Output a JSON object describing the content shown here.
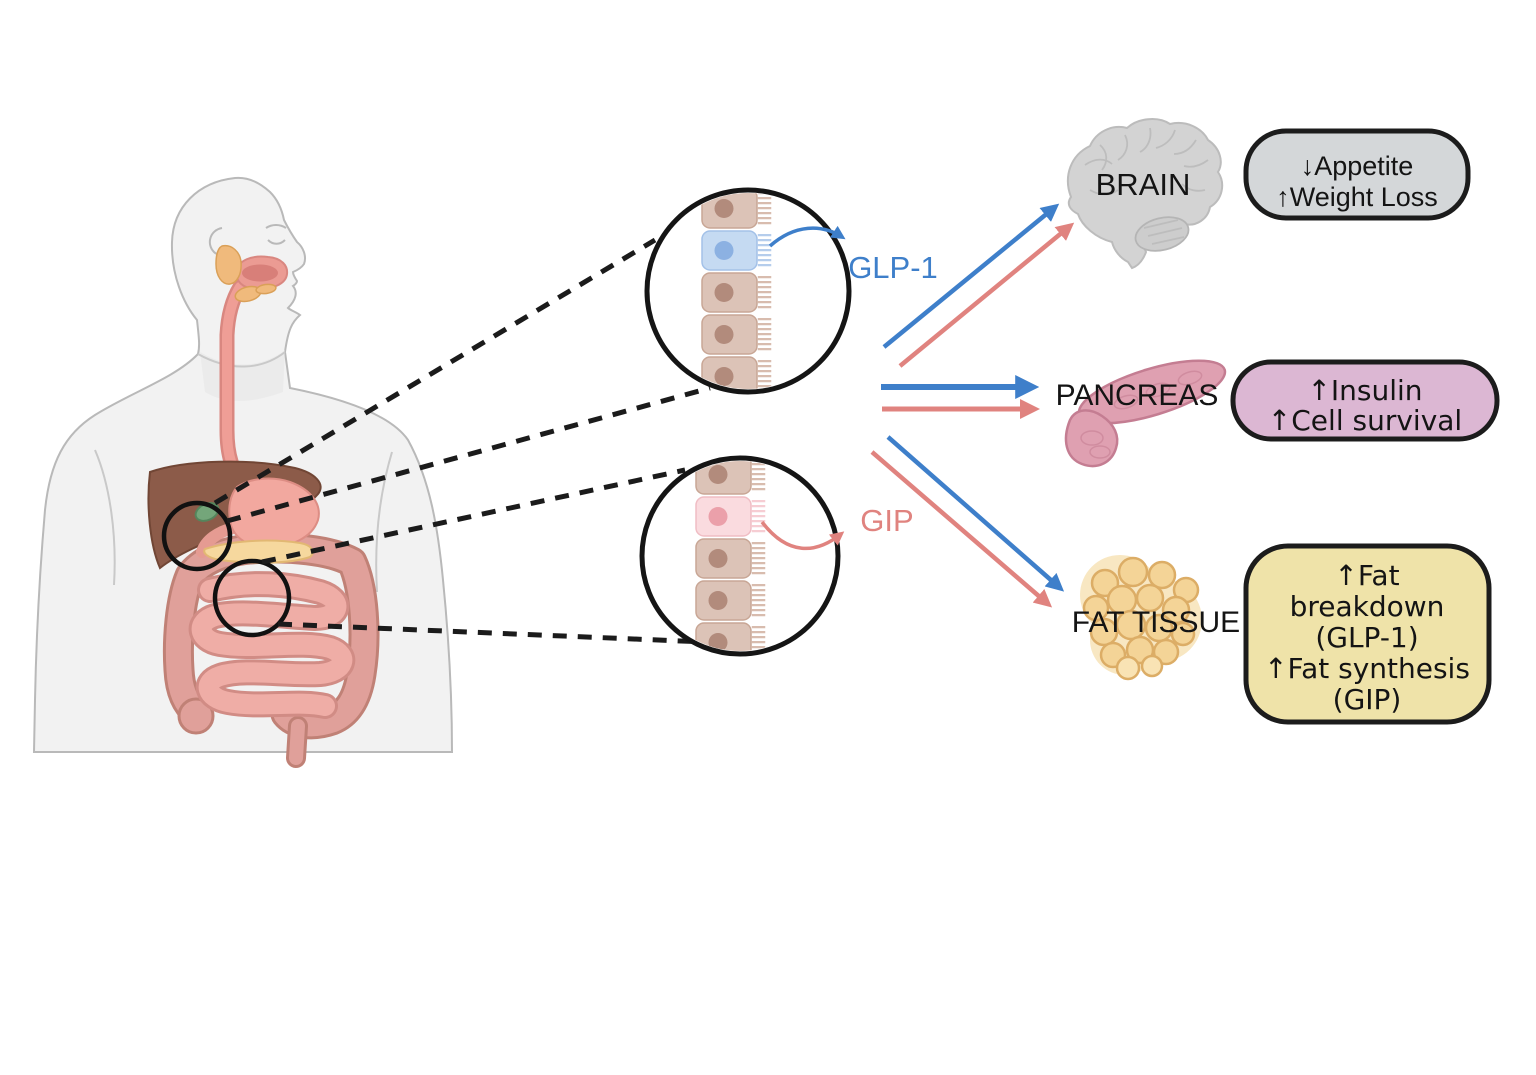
{
  "diagram": {
    "hormones": {
      "glp1": {
        "label": "GLP-1",
        "color": "#3e7fca"
      },
      "gip": {
        "label": "GIP",
        "color": "#e0837f"
      }
    },
    "targets": {
      "brain": {
        "label": "BRAIN"
      },
      "pancreas": {
        "label": "PANCREAS"
      },
      "fat_tissue": {
        "label": "FAT TISSUE"
      }
    },
    "effect_boxes": {
      "brain": {
        "bg": "#d4d7d9",
        "lines": [
          "↓Appetite",
          "↑Weight Loss"
        ]
      },
      "pancreas": {
        "bg": "#dcb7d3",
        "lines": [
          "↑Insulin",
          "↑Cell survival"
        ]
      },
      "fat_tissue": {
        "bg": "#efe3a9",
        "lines": [
          "↑Fat",
          "breakdown",
          "(GLP-1)",
          "↑Fat synthesis",
          "(GIP)"
        ]
      }
    },
    "arrow_colors": {
      "glp1_blue": "#3e7fca",
      "gip_red": "#e0837f"
    }
  }
}
